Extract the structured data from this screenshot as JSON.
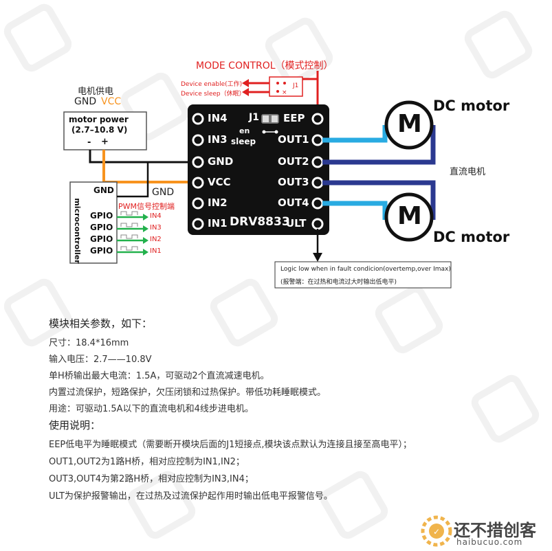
{
  "colors": {
    "board": "#111111",
    "cyan_wire": "#29abe2",
    "navy_wire": "#2b3990",
    "orange_wire": "#f7931e",
    "green_arrow": "#22b14c",
    "red": "#e02020",
    "watermark": "#f1f1f1"
  },
  "mode_control": {
    "title": "MODE CONTROL（模式控制）",
    "enable": "Device enable(工作)",
    "sleep": "Device sleep（休眠）",
    "jumper": "J1"
  },
  "power": {
    "title_cn": "电机供电",
    "gnd": "GND",
    "vcc": "VCC",
    "box_title": "motor power",
    "box_range": "(2.7–10.8 V)",
    "minus": "-",
    "plus": "+"
  },
  "mcu": {
    "label": "microcontroller",
    "gnd": "GND",
    "gnd_ext": "GND",
    "pwm": "PWM信号控制端",
    "gpio": [
      "GPIO",
      "GPIO",
      "GPIO",
      "GPIO"
    ],
    "signals": [
      "IN4",
      "IN3",
      "IN2",
      "IN1"
    ]
  },
  "board": {
    "left_pins": [
      "IN4",
      "IN3",
      "GND",
      "VCC",
      "IN2",
      "IN1"
    ],
    "right_pins": [
      "EEP",
      "OUT1",
      "OUT2",
      "OUT3",
      "OUT4",
      "ULT"
    ],
    "j1": "J1",
    "en": "en",
    "sleep": "sleep",
    "name": "DRV8833"
  },
  "motors": {
    "label_top": "DC motor",
    "label_bottom": "DC motor",
    "cn": "直流电机",
    "glyph": "M"
  },
  "fault": {
    "line1": "Logic low when in fault condicion(overtemp,over Imax)",
    "line2": "(报警端：在过热和电流过大时输出低电平)"
  },
  "params": {
    "heading": "模块相关参数，如下：",
    "size": "尺寸：18.4*16mm",
    "voltage": "输入电压：2.7——10.8V",
    "current": "单H桥输出最大电流：1.5A，可驱动2个直流减速电机。",
    "protection": "内置过流保护，短路保护，欠压闭锁和过热保护。带低功耗睡眠模式。",
    "usage": "用途：可驱动1.5A以下的直流电机和4线步进电机。"
  },
  "instructions": {
    "heading": "使用说明：",
    "eep": "EEP低电平为睡眠模式（需要断开模块后面的J1短接点,模块该点默认为连接且接至高电平）；",
    "out12": "OUT1,OUT2为1路H桥，相对应控制为IN1,IN2；",
    "out34": "OUT3,OUT4为第2路H桥，相对应控制为IN3,IN4；",
    "ult": "ULT为保护报警输出，在过热及过流保护起作用时输出低电平报警信号。"
  },
  "logo": {
    "cn": "还不措创客",
    "url": "haibucuo.com"
  }
}
